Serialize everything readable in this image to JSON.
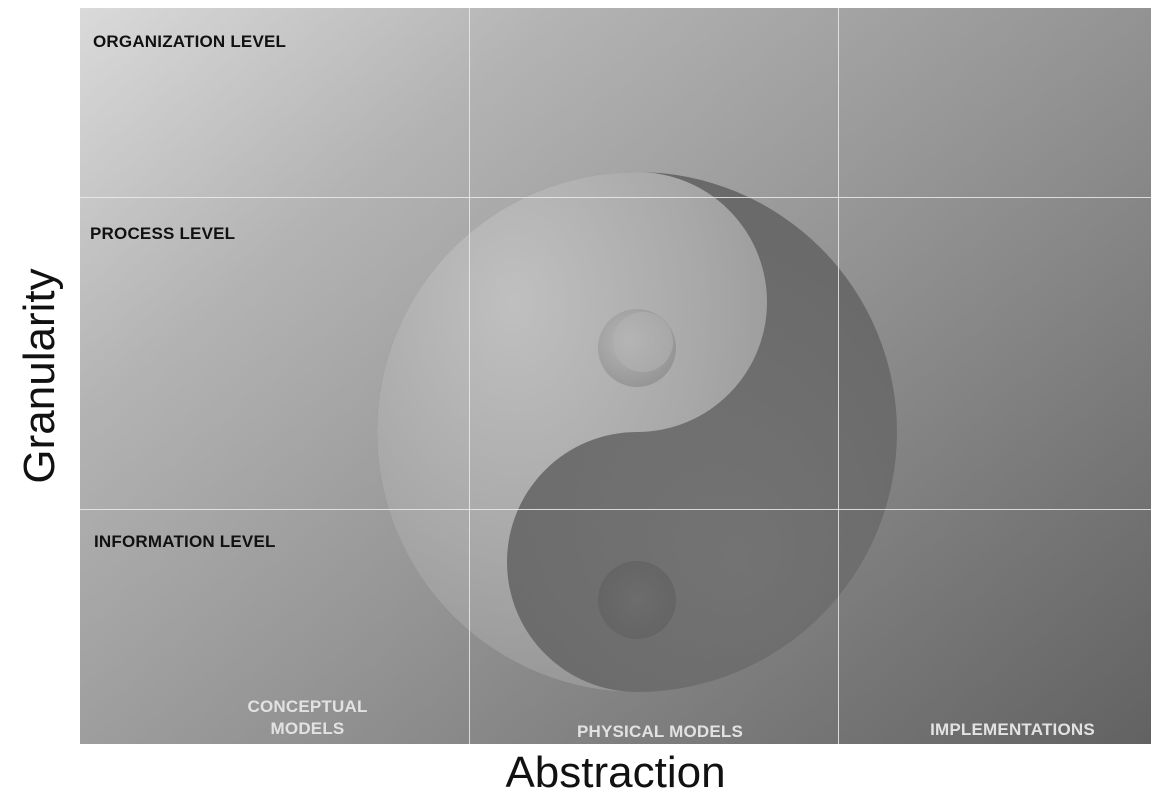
{
  "rows": {
    "organization": "ORGANIZATION LEVEL",
    "process": "PROCESS LEVEL",
    "information": "INFORMATION LEVEL"
  },
  "columns": {
    "conceptual": "CONCEPTUAL\nMODELS",
    "physical": "PHYSICAL MODELS",
    "implementations": "IMPLEMENTATIONS"
  },
  "axes": {
    "x_label": "Abstraction",
    "y_label": "Granularity"
  },
  "symbol": {
    "icon": "yin-yang-icon"
  },
  "colors": {
    "background_light": "#dadada",
    "background_dark": "#626262",
    "symbol_light": "#b5b5b5",
    "symbol_dark": "#6f6f6f",
    "grid": "#ebebeb",
    "row_text": "#111111",
    "column_text": "#e2e2e2"
  }
}
